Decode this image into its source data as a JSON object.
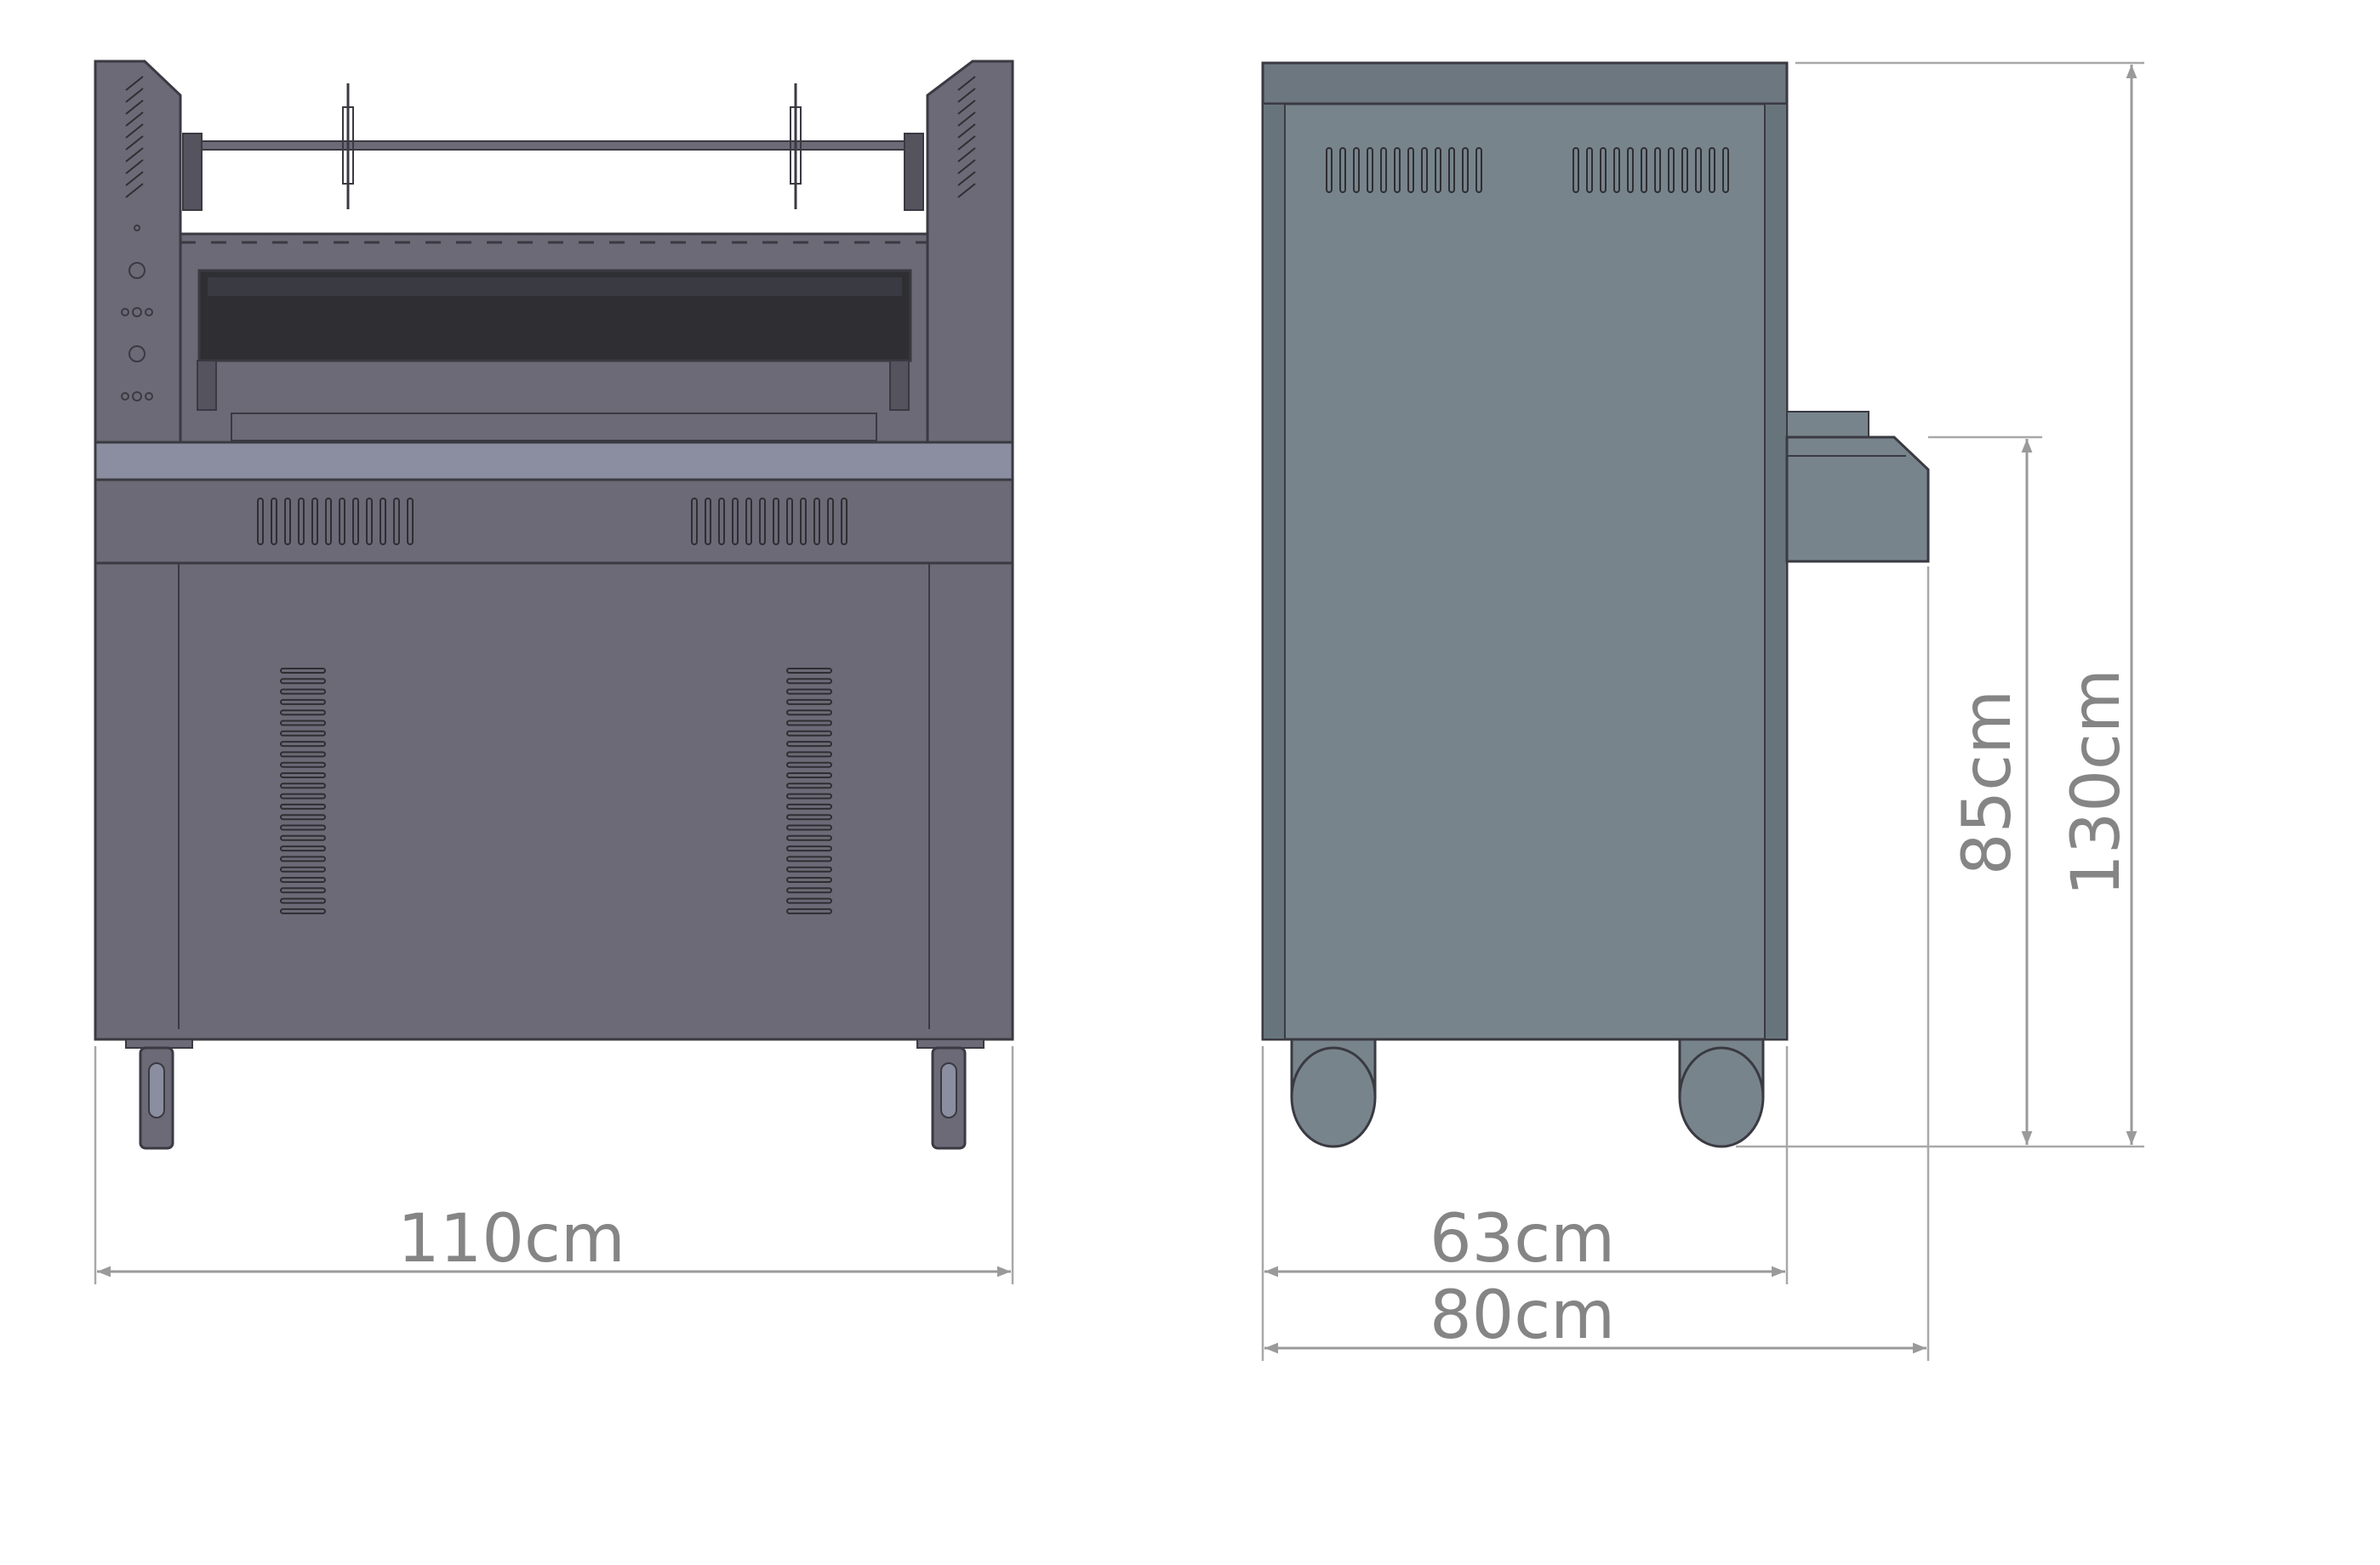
{
  "dimensions": {
    "front_width": "110cm",
    "side_body_depth": "63cm",
    "side_total_depth": "80cm",
    "counter_height": "85cm",
    "total_height": "130cm"
  },
  "colors": {
    "front_body": "#6c6a76",
    "front_dark": "#5f5d69",
    "counter_top": "#8a8ea0",
    "side_body": "#78848c",
    "side_edge": "#68747c",
    "grill_dark": "#2e2e33",
    "dimension_line": "#9a9a9a",
    "dimension_text": "#858585"
  }
}
